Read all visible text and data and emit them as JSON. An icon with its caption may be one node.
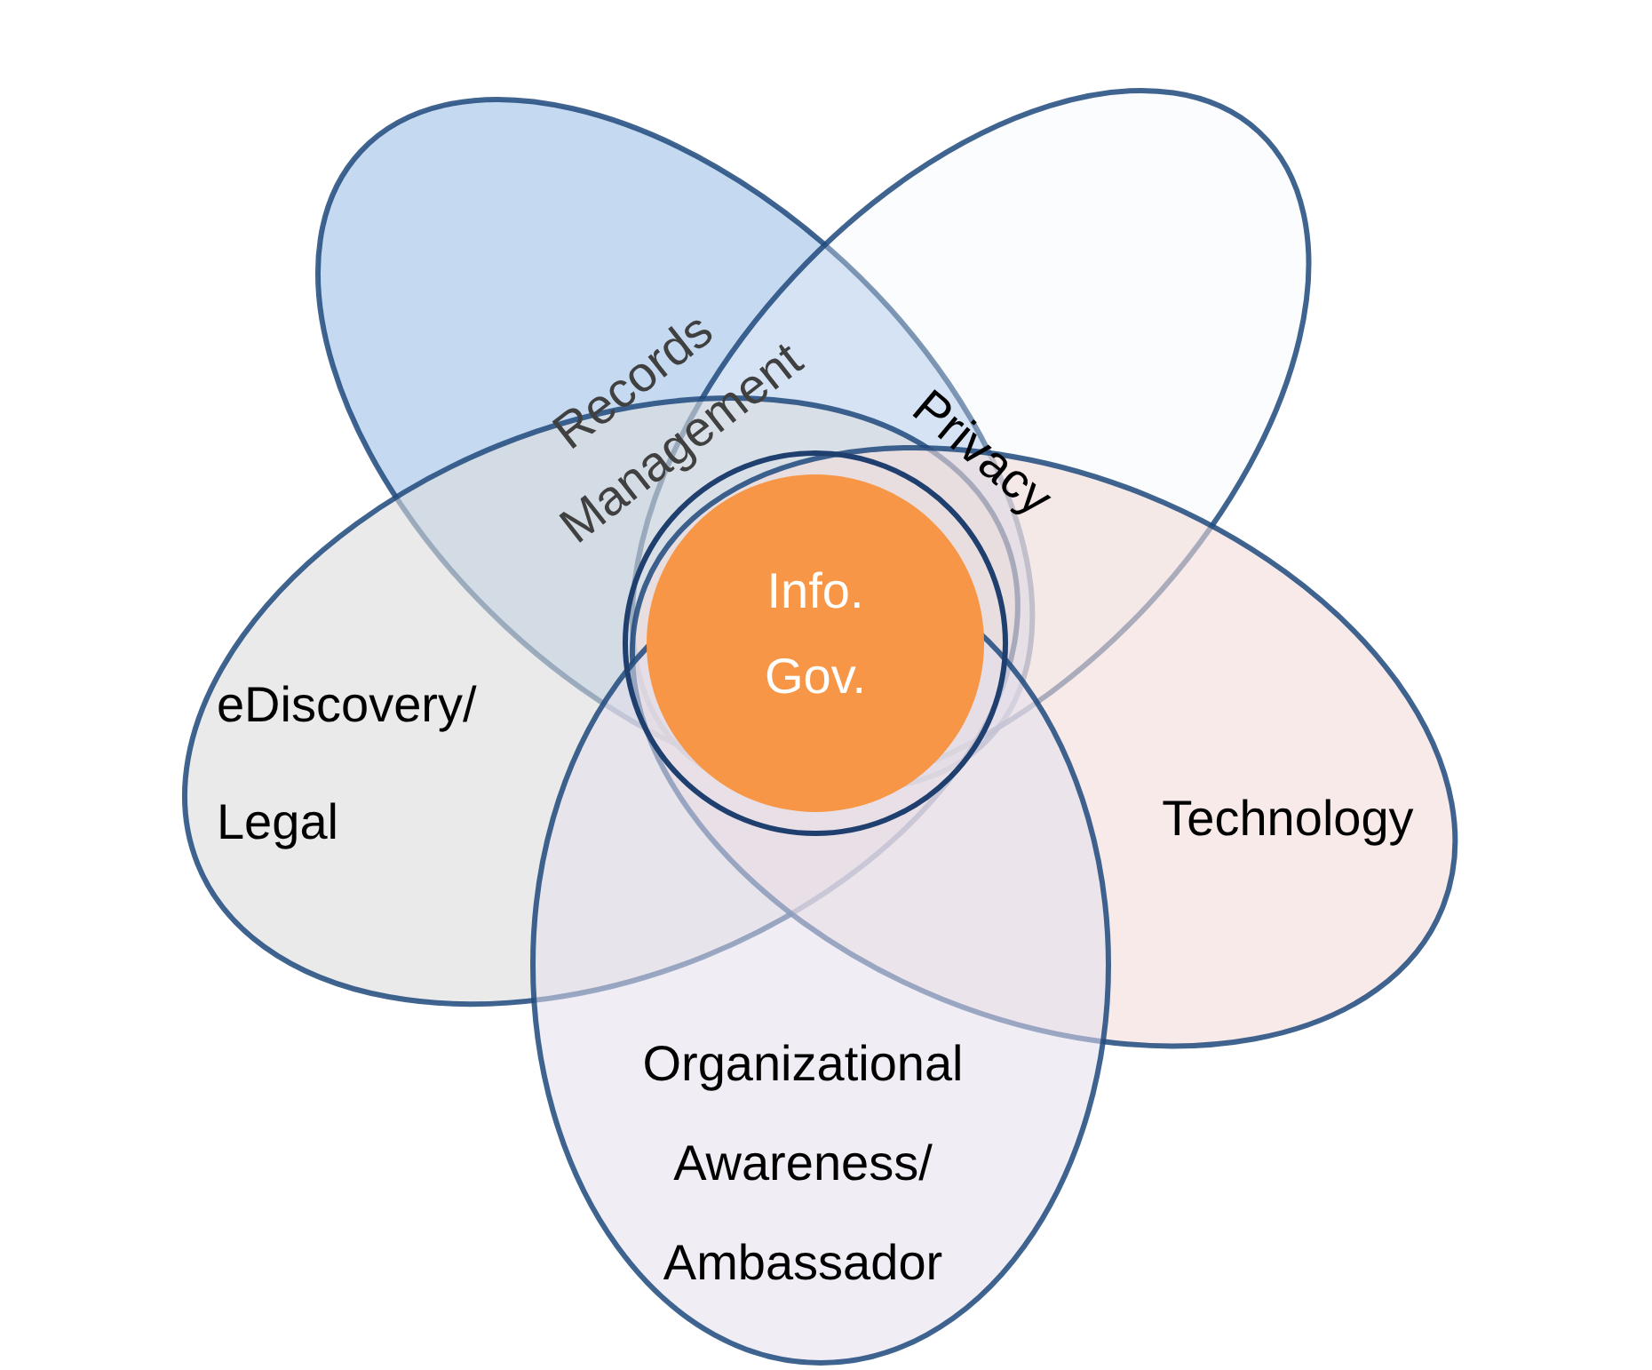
{
  "diagram": {
    "nodes": [
      {
        "text": [
          "Records Management"
        ]
      },
      {
        "text": [
          "Privacy"
        ]
      },
      {
        "text": [
          "eDiscovery/ Legal"
        ]
      },
      {
        "text": [
          "Info. Gov."
        ]
      },
      {
        "text": [
          "Technology"
        ]
      },
      {
        "text": [
          "Organizational Awareness/ Ambassador"
        ]
      }
    ],
    "edges": []
  }
}
